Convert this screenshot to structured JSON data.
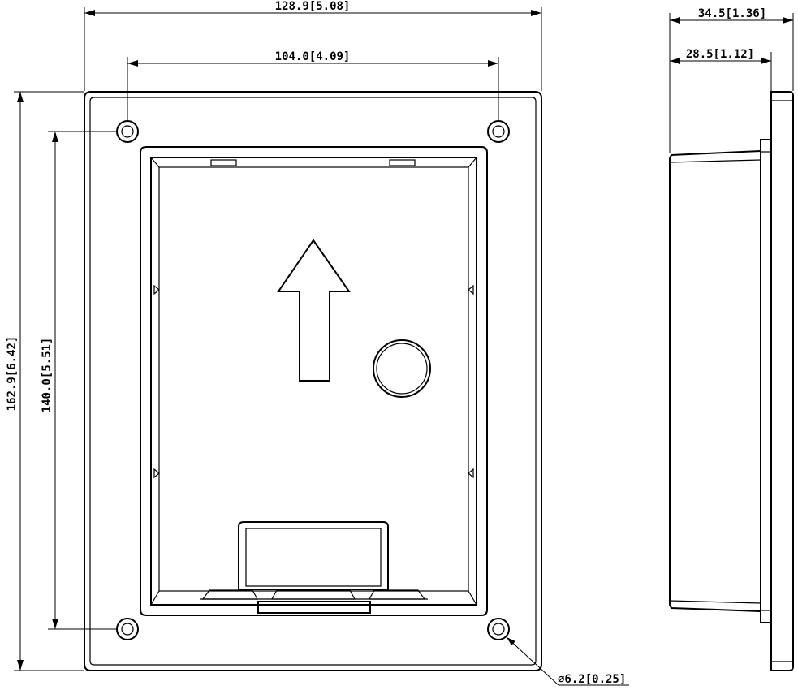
{
  "dimensions": {
    "overall_width": "128.9[5.08]",
    "hole_spacing_width": "104.0[4.09]",
    "overall_height": "162.9[6.42]",
    "hole_spacing_height": "140.0[5.51]",
    "side_total_depth": "34.5[1.36]",
    "side_box_depth": "28.5[1.12]",
    "hole_diameter": "⌀6.2[0.25]"
  }
}
